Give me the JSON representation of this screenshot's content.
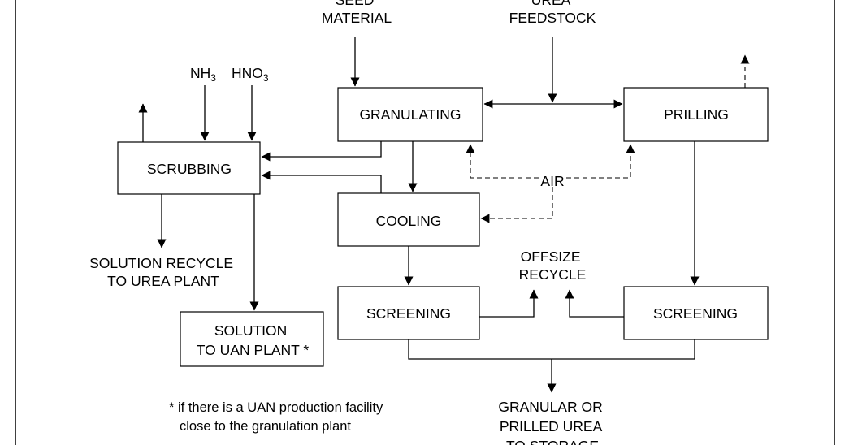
{
  "inputs": {
    "seed_material": [
      "SEED",
      "MATERIAL"
    ],
    "urea_feedstock": [
      "UREA",
      "FEEDSTOCK"
    ],
    "nh3": {
      "base": "NH",
      "sub": "3"
    },
    "hno3": {
      "base": "HNO",
      "sub": "3"
    },
    "air": "AIR",
    "offsize_recycle": [
      "OFFSIZE",
      "RECYCLE"
    ]
  },
  "processes": {
    "granulating": "GRANULATING",
    "prilling": "PRILLING",
    "scrubbing": "SCRUBBING",
    "cooling": "COOLING",
    "screening_left": "SCREENING",
    "screening_right": "SCREENING"
  },
  "outputs": {
    "solution_recycle": [
      "SOLUTION RECYCLE",
      "TO UREA PLANT"
    ],
    "solution_uan": [
      "SOLUTION",
      "TO UAN PLANT *"
    ],
    "product": [
      "GRANULAR OR",
      "PRILLED UREA",
      "TO STORAGE"
    ]
  },
  "footnote": [
    "* if there is a UAN production facility",
    "close to the granulation plant"
  ]
}
